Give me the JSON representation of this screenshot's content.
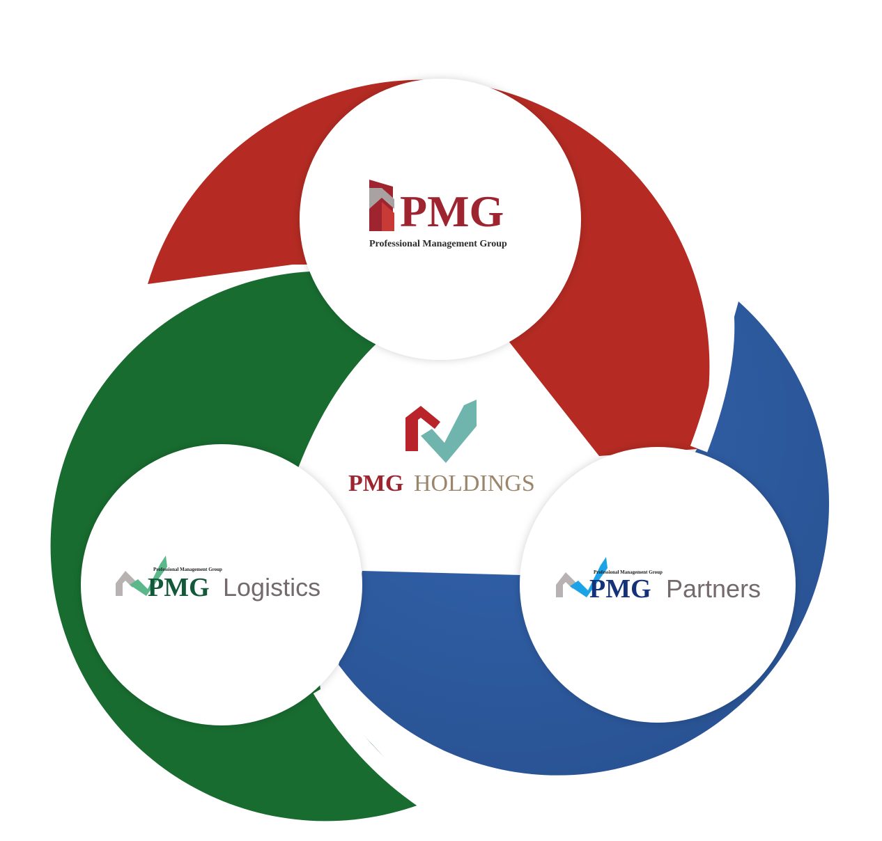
{
  "colors": {
    "red": "#b52b23",
    "green": "#186c30",
    "blue": "#2f5da5",
    "pmg_red": "#9e2530",
    "holdings_gold": "#9b866b",
    "logistics_green": "#12593a",
    "partners_navy": "#14317a",
    "partners_cyan": "#1aa3e6",
    "teal": "#6fb5ae",
    "mid_green": "#5ab88a",
    "gray_text": "#74696b"
  },
  "top": {
    "brand": "PMG",
    "tagline": "Professional Management Group"
  },
  "center": {
    "brand": "PMG",
    "name": "HOLDINGS"
  },
  "left": {
    "tagline": "Professional Management Group",
    "brand": "PMG",
    "name": "Logistics"
  },
  "right": {
    "tagline": "Professional Management Group",
    "brand": "PMG",
    "name": "Partners"
  }
}
